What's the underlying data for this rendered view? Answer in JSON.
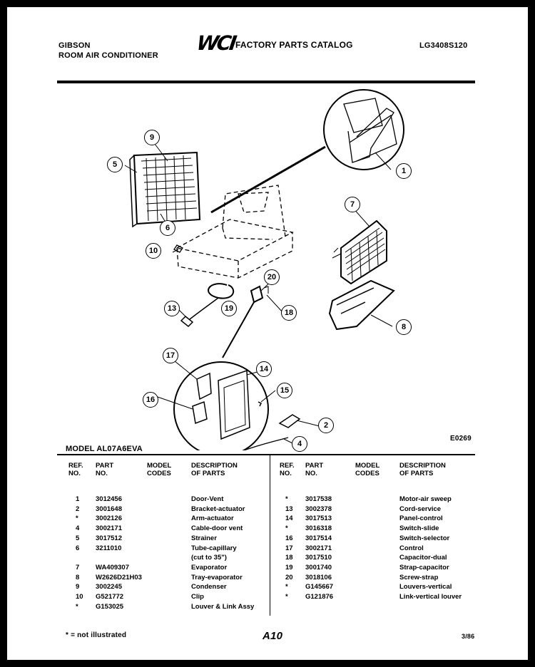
{
  "header": {
    "brand": "GIBSON",
    "product": "ROOM AIR CONDITIONER",
    "logo": "WCI",
    "catalog_title": "FACTORY PARTS CATALOG",
    "catalog_number": "LG3408S120"
  },
  "diagram": {
    "callouts": [
      "9",
      "5",
      "6",
      "1",
      "7",
      "10",
      "20",
      "13",
      "19",
      "18",
      "8",
      "17",
      "14",
      "16",
      "15",
      "2",
      "4"
    ],
    "figure_code": "E0269"
  },
  "model_label": "MODEL AL07A6EVA",
  "table": {
    "headers": {
      "ref": [
        "REF.",
        "NO."
      ],
      "part": [
        "PART",
        "NO."
      ],
      "model": [
        "MODEL",
        "CODES"
      ],
      "desc": [
        "DESCRIPTION",
        "OF PARTS"
      ]
    },
    "left": [
      {
        "ref": "1",
        "part": "3012456",
        "model": "",
        "desc": "Door-Vent"
      },
      {
        "ref": "2",
        "part": "3001648",
        "model": "",
        "desc": "Bracket-actuator"
      },
      {
        "ref": "*",
        "part": "3002126",
        "model": "",
        "desc": "Arm-actuator"
      },
      {
        "ref": "4",
        "part": "3002171",
        "model": "",
        "desc": "Cable-door vent"
      },
      {
        "ref": "5",
        "part": "3017512",
        "model": "",
        "desc": "Strainer"
      },
      {
        "ref": "6",
        "part": "3211010",
        "model": "",
        "desc": "Tube-capillary"
      },
      {
        "ref": "",
        "part": "",
        "model": "",
        "desc": "(cut to 35\")"
      },
      {
        "ref": "7",
        "part": "WA409307",
        "model": "",
        "desc": "Evaporator"
      },
      {
        "ref": "8",
        "part": "W2626D21H03",
        "model": "",
        "desc": "Tray-evaporator"
      },
      {
        "ref": "9",
        "part": "3002245",
        "model": "",
        "desc": "Condenser"
      },
      {
        "ref": "10",
        "part": "G521772",
        "model": "",
        "desc": "Clip"
      },
      {
        "ref": "*",
        "part": "G153025",
        "model": "",
        "desc": "Louver & Link Assy"
      }
    ],
    "right": [
      {
        "ref": "*",
        "part": "3017538",
        "model": "",
        "desc": "Motor-air sweep"
      },
      {
        "ref": "13",
        "part": "3002378",
        "model": "",
        "desc": "Cord-service"
      },
      {
        "ref": "14",
        "part": "3017513",
        "model": "",
        "desc": "Panel-control"
      },
      {
        "ref": "*",
        "part": "3016318",
        "model": "",
        "desc": "Switch-slide"
      },
      {
        "ref": "16",
        "part": "3017514",
        "model": "",
        "desc": "Switch-selector"
      },
      {
        "ref": "17",
        "part": "3002171",
        "model": "",
        "desc": "Control"
      },
      {
        "ref": "18",
        "part": "3017510",
        "model": "",
        "desc": "Capacitor-dual"
      },
      {
        "ref": "19",
        "part": "3001740",
        "model": "",
        "desc": "Strap-capacitor"
      },
      {
        "ref": "20",
        "part": "3018106",
        "model": "",
        "desc": "Screw-strap"
      },
      {
        "ref": "*",
        "part": "G145667",
        "model": "",
        "desc": "Louvers-vertical"
      },
      {
        "ref": "*",
        "part": "G121876",
        "model": "",
        "desc": "Link-vertical louver"
      }
    ]
  },
  "footer": {
    "note": "* = not illustrated",
    "page": "A10",
    "date": "3/86"
  }
}
